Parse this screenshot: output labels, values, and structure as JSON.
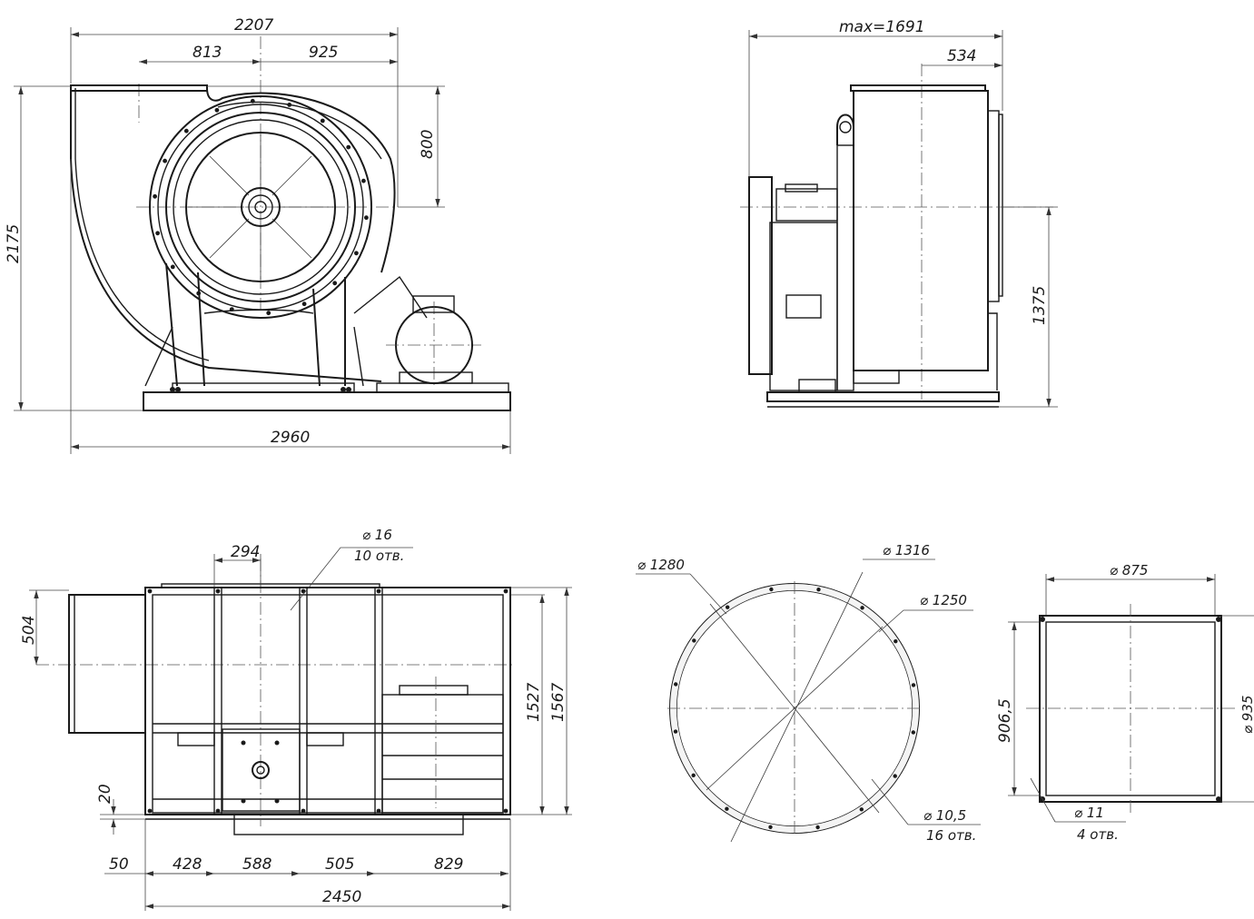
{
  "front_view": {
    "width_top": "2207",
    "left_inlet": "813",
    "right_inlet": "925",
    "height_total": "2175",
    "outlet_height": "800",
    "base_length": "2960"
  },
  "side_view": {
    "max_width": "max=1691",
    "flange_offset": "534",
    "axis_height": "1375"
  },
  "plan_view": {
    "hole_dim": "294",
    "hole_callout_dia": "⌀ 16",
    "hole_callout_count": "10 отв.",
    "outlet_offset": "504",
    "inner_width": "1527",
    "outer_width": "1567",
    "edge_gap": "20",
    "seg_50": "50",
    "seg_428": "428",
    "seg_588": "588",
    "seg_505": "505",
    "seg_829": "829",
    "total_length": "2450"
  },
  "round_flange": {
    "dia_1280": "⌀ 1280",
    "dia_1316": "⌀ 1316",
    "dia_1250": "⌀ 1250",
    "hole_dia": "⌀ 10,5",
    "hole_count": "16 отв."
  },
  "square_flange": {
    "width": "⌀ 875",
    "height": "906,5",
    "side_clipped": "⌀ 935",
    "hole_dia": "⌀ 11",
    "hole_count": "4 отв."
  }
}
